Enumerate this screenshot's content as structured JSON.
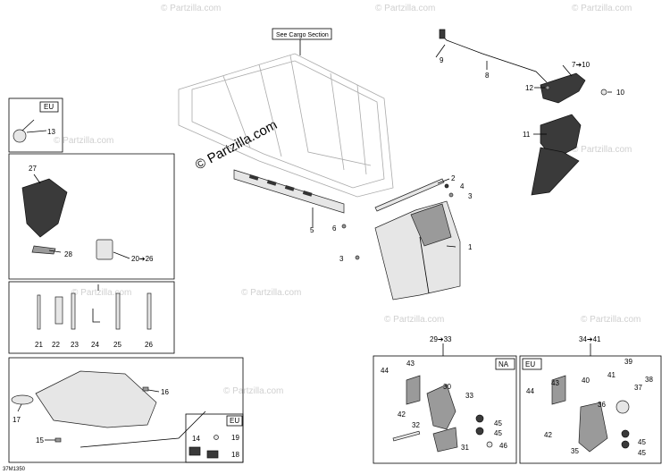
{
  "diagram": {
    "callout_box": "See Cargo Section",
    "watermark_main": "© Partzilla.com",
    "watermark_faint": "© Partzilla.com",
    "drawing_code": "37M1350",
    "region_labels": {
      "eu_top": "EU",
      "eu_bottom": "EU",
      "na": "NA",
      "eu_right": "EU"
    },
    "group_labels": {
      "na_group": "29➔33",
      "eu_group": "34➔41"
    },
    "callouts": {
      "c1": "1",
      "c2": "2",
      "c3a": "3",
      "c3b": "3",
      "c4": "4",
      "c5": "5",
      "c6": "6",
      "c7": "7➔10",
      "c8": "8",
      "c9": "9",
      "c10": "10",
      "c11": "11",
      "c12": "12",
      "c13": "13",
      "c14": "14",
      "c15": "15",
      "c16": "16",
      "c17": "17",
      "c18": "18",
      "c19": "19",
      "c20": "20➔26",
      "c21": "21",
      "c22": "22",
      "c23": "23",
      "c24": "24",
      "c25": "25",
      "c26": "26",
      "c27": "27",
      "c28": "28",
      "c30": "30",
      "c31": "31",
      "c32": "32",
      "c33": "33",
      "c35": "35",
      "c36": "36",
      "c37": "37",
      "c38": "38",
      "c39": "39",
      "c40": "40",
      "c41": "41",
      "c42a": "42",
      "c43a": "43",
      "c44a": "44",
      "c45a": "45",
      "c45b": "45",
      "c46": "46",
      "c42b": "42",
      "c43b": "43",
      "c44b": "44",
      "c45c": "45",
      "c45d": "45"
    }
  }
}
